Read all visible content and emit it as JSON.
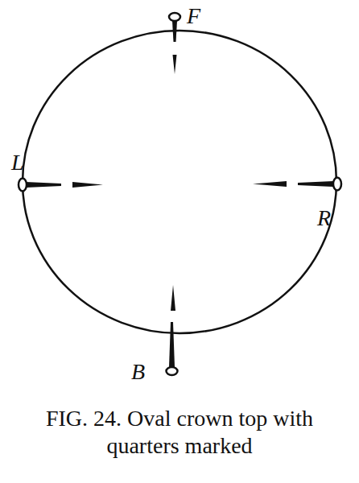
{
  "diagram": {
    "caption": "FIG. 24. Oval crown top with quarters marked",
    "labels": [
      "F",
      "L",
      "R",
      "B"
    ]
  }
}
